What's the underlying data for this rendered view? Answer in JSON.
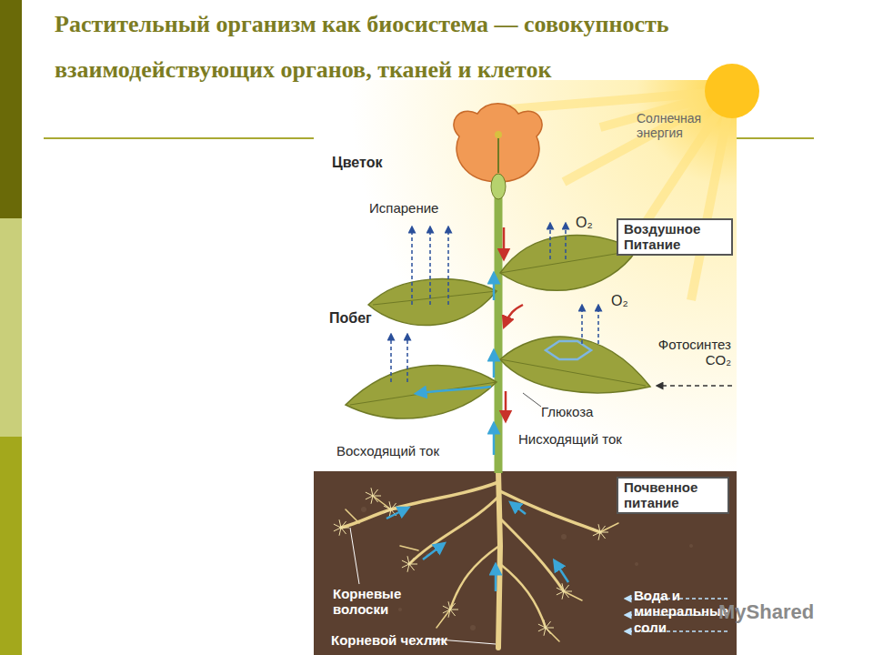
{
  "diagram": {
    "title": "Растительный организм как биосистема — совокупность взаимодействующих органов, тканей и клеток",
    "nodes": [
      {
        "text": [
          "Воздушное Питание"
        ]
      },
      {
        "text": [
          "Почвенное питание"
        ]
      }
    ],
    "labels": [
      "Солнечная энергия",
      "Цветок",
      "Испарение",
      "O₂",
      "Побег",
      "O₂",
      "Фотосинтез CO₂",
      "Глюкоза",
      "Восходящий ток",
      "Нисходящий ток",
      "Корневые волоски",
      "Корневой чехлик",
      "Вода и минеральные соли",
      "MyShared"
    ]
  }
}
